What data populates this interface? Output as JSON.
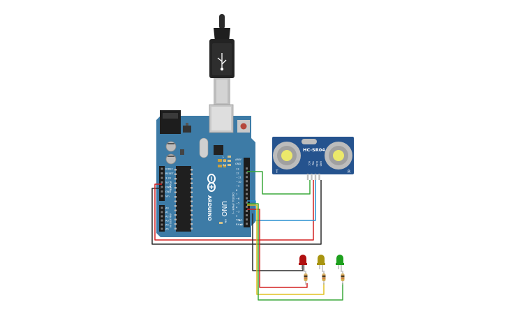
{
  "board": {
    "brand": "ARDUINO",
    "model": "UNO",
    "aref_label": "AREF",
    "gnd_label": "GND",
    "digital_title": "DIGITAL (PWM ~)",
    "tx_label": "TX▶1",
    "rx_label": "RX◀0",
    "digital_pins": [
      "13",
      "12",
      "~11",
      "~10",
      "~9",
      "8",
      "7",
      "~6",
      "~5",
      "4",
      "~3",
      "2"
    ],
    "power_pins": [
      "IOREF",
      "RESET",
      "3.3V",
      "5V",
      "GND",
      "GND",
      "Vin"
    ],
    "power_title": "POWER",
    "analog_pins": [
      "A0",
      "A1",
      "A2",
      "A3",
      "A4",
      "A5"
    ],
    "analog_title": "ANALOG IN",
    "led_labels": [
      "L",
      "TX",
      "RX"
    ],
    "on_label": "ON"
  },
  "sensor": {
    "name": "HC-SR04",
    "pins": [
      "VCC",
      "Trig",
      "Echo",
      "GND"
    ],
    "left_mark": "T",
    "right_mark": "R"
  },
  "leds": [
    {
      "name": "red-led",
      "color": "#b01010"
    },
    {
      "name": "yellow-led",
      "color": "#a89410"
    },
    {
      "name": "green-led",
      "color": "#1ea01e"
    }
  ],
  "wire_colors": {
    "red": "#d42020",
    "black": "#2a2a2a",
    "green": "#3aa83a",
    "blue": "#2a90d0",
    "yellow": "#e0c020"
  }
}
